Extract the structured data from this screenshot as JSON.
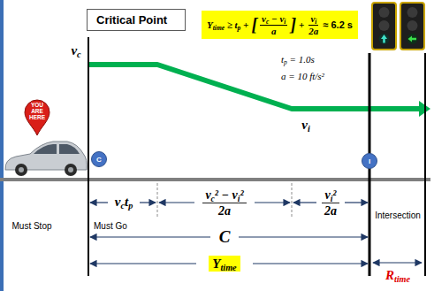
{
  "diagram": {
    "nodes": [
      {
        "text": [
          "Critical Point"
        ]
      },
      {
        "text": [
          "Ytime ≥ tp +",
          "[",
          "vc − vi",
          "a",
          "]",
          "+",
          "vi",
          "2a",
          "≈ 6.2 s"
        ]
      },
      {
        "text": [
          "YOU ARE HERE"
        ]
      },
      {
        "text": [
          "C"
        ]
      },
      {
        "text": [
          "I"
        ]
      },
      {
        "text": [
          "Ytime"
        ]
      }
    ],
    "labels": [
      "tp = 1.0s",
      "a = 10 ft/s²",
      "vc",
      "vi",
      "vctp",
      "vc² − vi²",
      "2a",
      "vi²",
      "2a",
      "Must Stop",
      "Must Go",
      "C",
      "Intersection",
      "Rtime"
    ]
  }
}
